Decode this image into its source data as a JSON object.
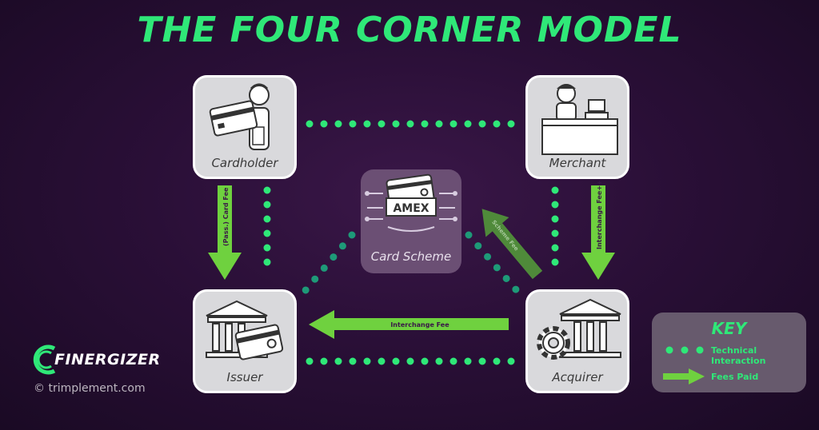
{
  "title": "THE FOUR CORNER MODEL",
  "nodes": {
    "cardholder": "Cardholder",
    "merchant": "Merchant",
    "issuer": "Issuer",
    "acquirer": "Acquirer",
    "card_scheme": "Card Scheme",
    "card_brand": "AMEX"
  },
  "fees": {
    "card_fee": "(Pass.) Card Fee",
    "interchange_fee_plus": "Interchange Fee++",
    "scheme_fee": "Scheme Fee",
    "interchange_fee": "Interchange Fee"
  },
  "key": {
    "title": "KEY",
    "technical": "Technical Interaction",
    "fees_paid": "Fees Paid"
  },
  "brand": {
    "logo": "FINERGIZER",
    "copyright": "© trimplement.com"
  },
  "colors": {
    "accent": "#2fe878",
    "arrow": "#6fd13f",
    "scheme_arrow": "#4f8a3a",
    "dots_dim": "#1e9a78"
  }
}
